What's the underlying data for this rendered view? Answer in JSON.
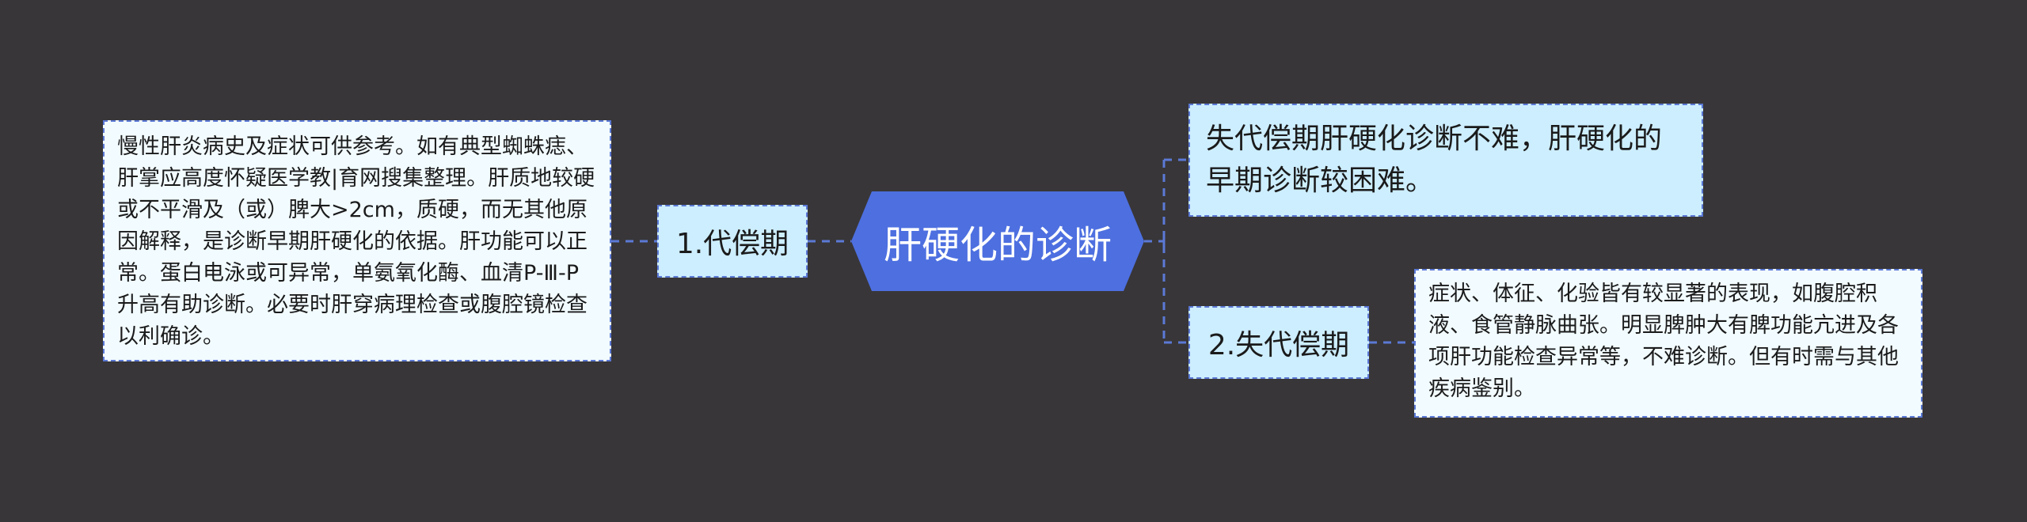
{
  "root": {
    "label": "肝硬化的诊断"
  },
  "branches": {
    "compensated": {
      "label": "1.代偿期",
      "detail": "慢性肝炎病史及症状可供参考。如有典型蜘蛛痣、肝掌应高度怀疑医学教|育网搜集整理。肝质地较硬或不平滑及（或）脾大>2cm，质硬，而无其他原因解释，是诊断早期肝硬化的依据。肝功能可以正常。蛋白电泳或可异常，单氨氧化酶、血清P-Ⅲ-P升高有助诊断。必要时肝穿病理检查或腹腔镜检查以利确诊。"
    },
    "summary": {
      "label": "失代偿期肝硬化诊断不难，肝硬化的早期诊断较困难。"
    },
    "decompensated": {
      "label": "2.失代偿期",
      "detail": "症状、体征、化验皆有较显著的表现，如腹腔积液、食管静脉曲张。明显脾肿大有脾功能亢进及各项肝功能检查异常等，不难诊断。但有时需与其他疾病鉴别。"
    }
  },
  "colors": {
    "background": "#383638",
    "root_fill": "#4d6fe0",
    "branch_fill": "#cdeeff",
    "leaf_fill": "#f2fbff",
    "connector": "#5b79d6"
  }
}
